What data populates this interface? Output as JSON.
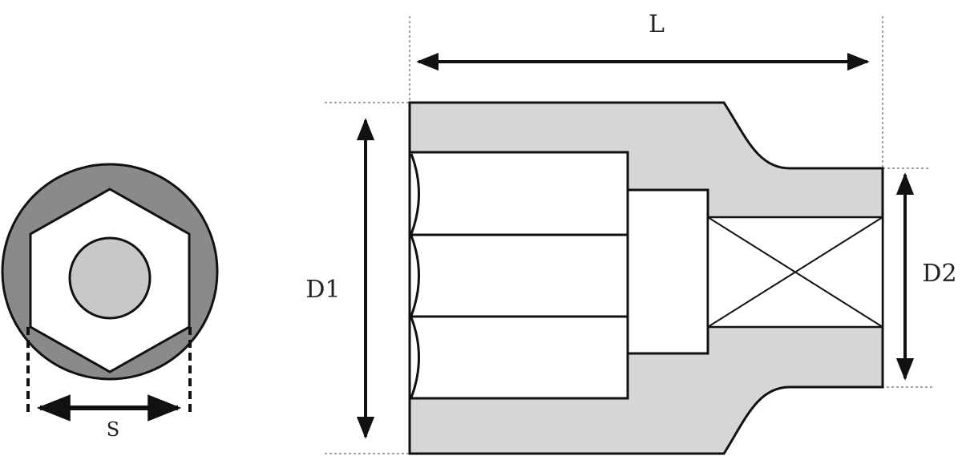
{
  "labels": {
    "length": "L",
    "drive_end_diameter": "D1",
    "square_end_diameter": "D2",
    "hex_size": "S"
  },
  "colors": {
    "background": "#ffffff",
    "outline": "#111111",
    "body_fill": "#d6d6d6",
    "end_view_ring": "#8a8a8a",
    "end_view_hex": "#ffffff",
    "end_view_bore": "#c8c8c8",
    "extension_line": "#444444"
  }
}
